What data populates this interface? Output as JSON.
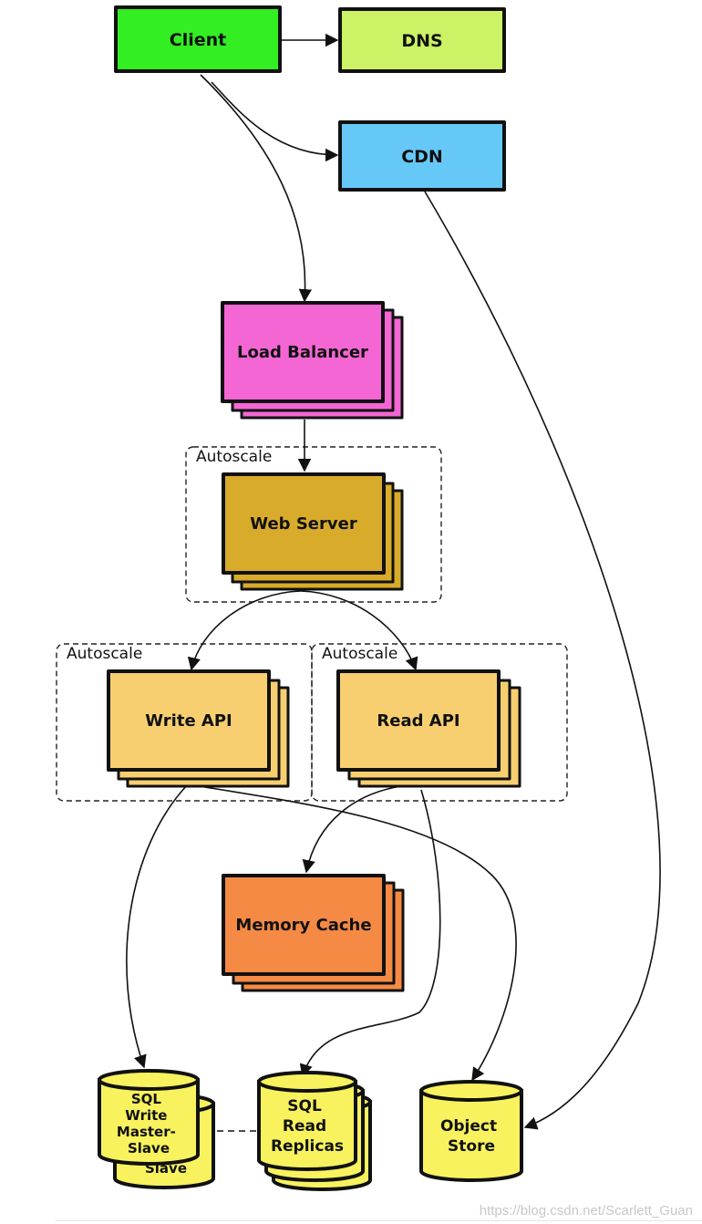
{
  "nodes": {
    "client": {
      "label": "Client",
      "color": "#33ee22"
    },
    "dns": {
      "label": "DNS",
      "color": "#ccf266"
    },
    "cdn": {
      "label": "CDN",
      "color": "#66c8f7"
    },
    "load_balancer": {
      "label": "Load Balancer",
      "color": "#f466d4"
    },
    "web_server": {
      "label": "Web Server",
      "color": "#d9ab2b"
    },
    "write_api": {
      "label": "Write API",
      "color": "#f7cf70"
    },
    "read_api": {
      "label": "Read API",
      "color": "#f7cf70"
    },
    "memory_cache": {
      "label": "Memory Cache",
      "color": "#f58a44"
    },
    "sql_write": {
      "label_lines": [
        "SQL",
        "Write",
        "Master-",
        "Slave"
      ],
      "back_label": "Slave",
      "color": "#f7f25e"
    },
    "sql_read": {
      "label_lines": [
        "SQL",
        "Read",
        "Replicas"
      ],
      "color": "#f7f25e"
    },
    "object_store": {
      "label_lines": [
        "Object",
        "Store"
      ],
      "color": "#f7f25e"
    }
  },
  "groups": {
    "web_autoscale": "Autoscale",
    "write_autoscale": "Autoscale",
    "read_autoscale": "Autoscale"
  },
  "watermark": "https://blog.csdn.net/Scarlett_Guan"
}
